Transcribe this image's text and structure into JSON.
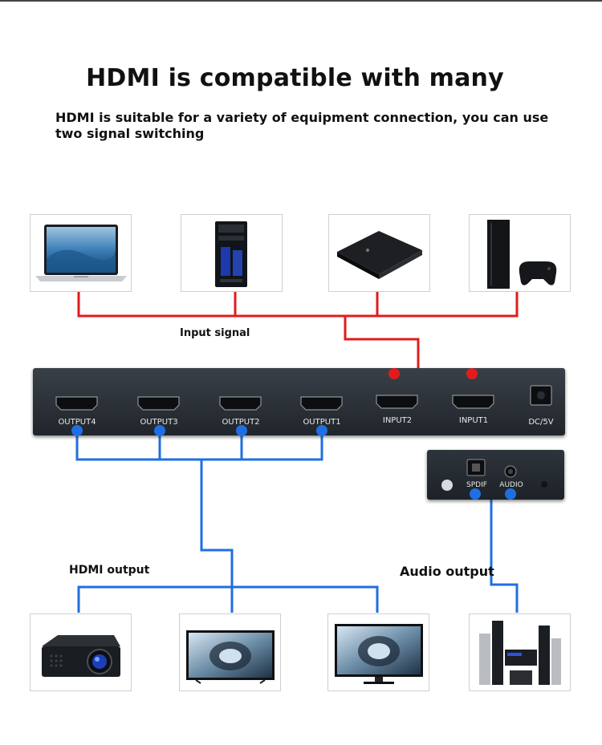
{
  "header": {
    "title": "HDMI is compatible with many",
    "subtitle": "HDMI is suitable for a variety of equipment connection, you can use two signal switching"
  },
  "labels": {
    "input_signal": "Input signal",
    "hdmi_output": "HDMI output",
    "audio_output": "Audio output"
  },
  "source_devices": [
    {
      "name": "laptop"
    },
    {
      "name": "desktop tower"
    },
    {
      "name": "tv box"
    },
    {
      "name": "game console"
    }
  ],
  "switcher": {
    "ports": [
      {
        "label": "OUTPUT4",
        "role": "output"
      },
      {
        "label": "OUTPUT3",
        "role": "output"
      },
      {
        "label": "OUTPUT2",
        "role": "output"
      },
      {
        "label": "OUTPUT1",
        "role": "output"
      },
      {
        "label": "INPUT2",
        "role": "input"
      },
      {
        "label": "INPUT1",
        "role": "input"
      }
    ],
    "power_label": "DC/5V"
  },
  "audio_extractor": {
    "spdif_label": "SPDIF",
    "audio_label": "AUDIO"
  },
  "output_devices": [
    {
      "name": "projector"
    },
    {
      "name": "tv"
    },
    {
      "name": "monitor"
    },
    {
      "name": "speaker system"
    }
  ],
  "colors": {
    "input_line": "#e01c1c",
    "output_line": "#1f6fe0",
    "device_body": "#262b31"
  }
}
